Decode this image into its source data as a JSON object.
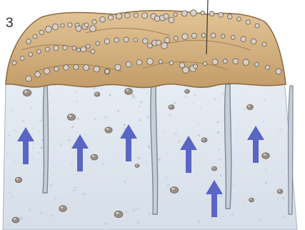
{
  "figure": {
    "panel_number": "3"
  },
  "colors": {
    "soil_light": "#d9b98a",
    "soil_dark": "#b8915e",
    "soil_outline": "#8a6a42",
    "ice": "#dfe6ee",
    "ice_speckle": "#b9c4d2",
    "crack": "#7f8794",
    "arrow": "#5a66c4",
    "stone": "#9a8f86",
    "stone_light": "#d8d0c6"
  },
  "arrows": {
    "count": 6,
    "direction": "up"
  },
  "cracks": {
    "count": 4
  }
}
